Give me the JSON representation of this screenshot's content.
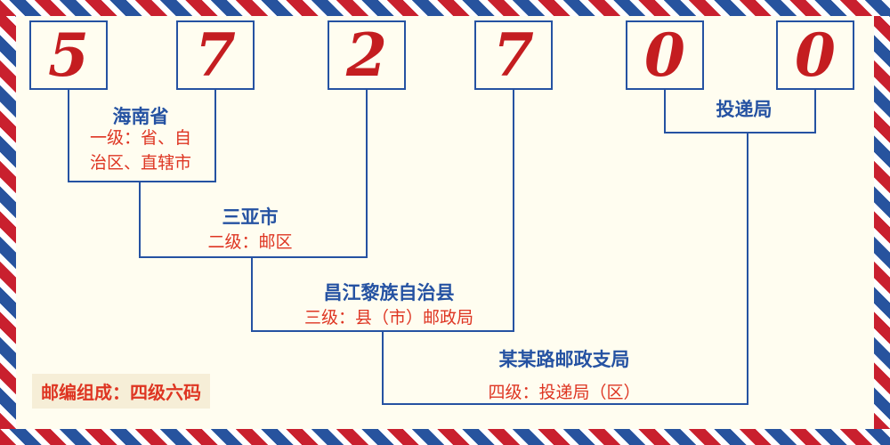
{
  "postal_code": {
    "digits": [
      "5",
      "7",
      "2",
      "7",
      "0",
      "0"
    ]
  },
  "labels": {
    "level1_name": "海南省",
    "level1_desc": "一级：省、自治区、直辖市",
    "level2_name": "三亚市",
    "level2_desc": "二级：邮区",
    "level3_name": "昌江黎族自治县",
    "level3_desc": "三级：县（市）邮政局",
    "level4_name": "某某路邮政支局",
    "level4_desc": "四级：投递局（区）",
    "delivery_name": "投递局",
    "footer_note": "邮编组成：四级六码"
  },
  "colors": {
    "digit_red": "#c41d20",
    "text_red": "#de3522",
    "line_blue": "#2552a2",
    "stripe_red": "#c9202e",
    "stripe_blue": "#27539e",
    "background": "#fffdf0",
    "footer_background": "#f6eed7"
  }
}
